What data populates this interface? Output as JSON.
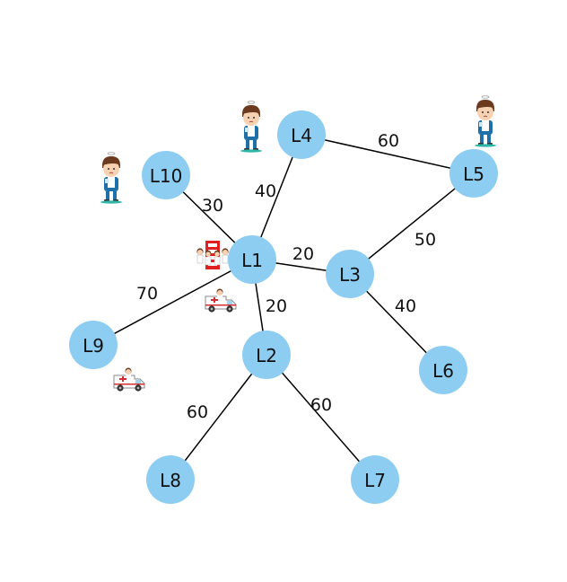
{
  "graph": {
    "nodes": [
      {
        "id": "L1",
        "label": "L1"
      },
      {
        "id": "L2",
        "label": "L2"
      },
      {
        "id": "L3",
        "label": "L3"
      },
      {
        "id": "L4",
        "label": "L4"
      },
      {
        "id": "L5",
        "label": "L5"
      },
      {
        "id": "L6",
        "label": "L6"
      },
      {
        "id": "L7",
        "label": "L7"
      },
      {
        "id": "L8",
        "label": "L8"
      },
      {
        "id": "L9",
        "label": "L9"
      },
      {
        "id": "L10",
        "label": "L10"
      }
    ],
    "edges": [
      {
        "from": "L1",
        "to": "L10",
        "weight": "30"
      },
      {
        "from": "L1",
        "to": "L4",
        "weight": "40"
      },
      {
        "from": "L1",
        "to": "L3",
        "weight": "20"
      },
      {
        "from": "L1",
        "to": "L2",
        "weight": "20"
      },
      {
        "from": "L1",
        "to": "L9",
        "weight": "70"
      },
      {
        "from": "L4",
        "to": "L5",
        "weight": "60"
      },
      {
        "from": "L5",
        "to": "L3",
        "weight": "50"
      },
      {
        "from": "L3",
        "to": "L6",
        "weight": "40"
      },
      {
        "from": "L2",
        "to": "L8",
        "weight": "60"
      },
      {
        "from": "L2",
        "to": "L7",
        "weight": "60"
      }
    ],
    "icons": [
      {
        "type": "patient-icon"
      },
      {
        "type": "patient-icon"
      },
      {
        "type": "patient-icon"
      },
      {
        "type": "hospital-icon"
      },
      {
        "type": "ambulance-icon"
      },
      {
        "type": "ambulance-icon"
      }
    ]
  },
  "colors": {
    "node": "#8ecdf2",
    "edge": "#000000"
  }
}
